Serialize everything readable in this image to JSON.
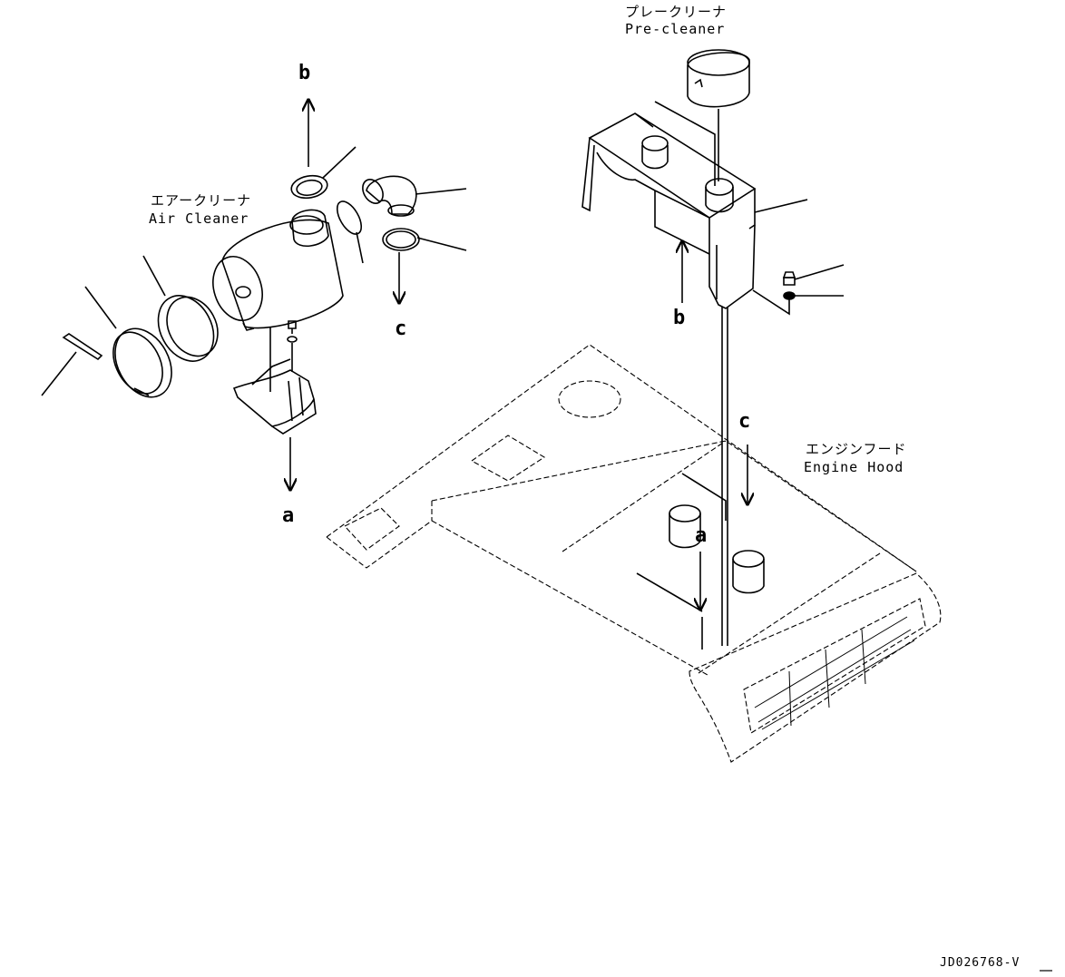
{
  "labels": {
    "pre_cleaner_jp": "プレークリーナ",
    "pre_cleaner_en": "Pre-cleaner",
    "air_cleaner_jp": "エアークリーナ",
    "air_cleaner_en": "Air Cleaner",
    "engine_hood_jp": "エンジンフード",
    "engine_hood_en": "Engine Hood"
  },
  "refs": {
    "a_top": "a",
    "a_bottom": "a",
    "b_top": "b",
    "b_bottom": "b",
    "c_top": "c",
    "c_bottom": "c"
  },
  "drawing_code": "JD026768-V",
  "colors": {
    "line": "#000000",
    "background": "#ffffff"
  }
}
